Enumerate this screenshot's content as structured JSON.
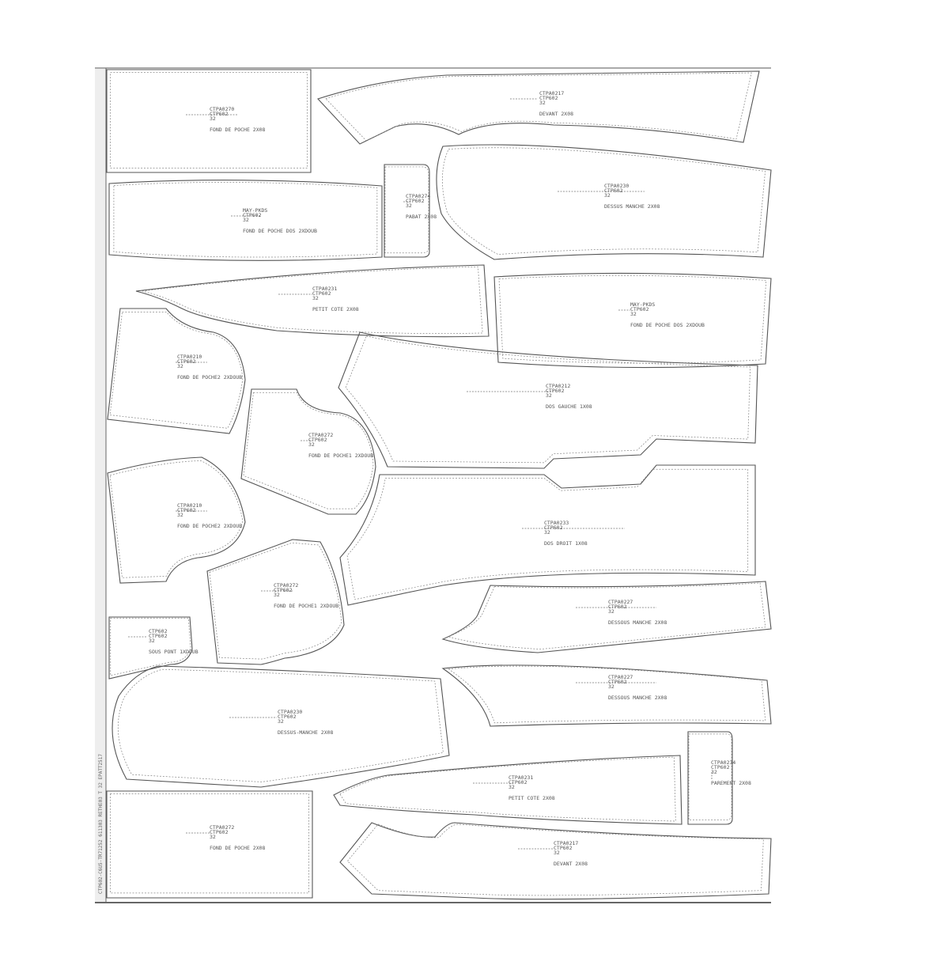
{
  "marker": {
    "side_label": "CTP602-C6U5-TR71252 611303 RETHE03 T 32 EPATT2517",
    "pieces": [
      {
        "id": "fond-de-poche-top",
        "lines": [
          "CTPA0270",
          "CTP602",
          "32",
          "FOND DE POCHE 2X08"
        ]
      },
      {
        "id": "devant-top",
        "lines": [
          "CTPA0217",
          "CTP602",
          "32",
          "DEVANT 2X08"
        ]
      },
      {
        "id": "fond-de-poche-dos-left",
        "lines": [
          "MAY-PKDS",
          "CTP602",
          "32",
          "FOND DE POCHE DOS 2XDOUB"
        ]
      },
      {
        "id": "pabat",
        "lines": [
          "CTPA0274",
          "CTP602",
          "32",
          "PABAT 2X08"
        ]
      },
      {
        "id": "dessus-manche-top",
        "lines": [
          "CTPA0230",
          "CTP602",
          "32",
          "DESSUS MANCHE 2X08"
        ]
      },
      {
        "id": "petit-cote-top",
        "lines": [
          "CTPA0231",
          "CTP602",
          "32",
          "PETIT COTE 2X08"
        ]
      },
      {
        "id": "fond-de-poche-dos-right",
        "lines": [
          "MAY-PKDS",
          "CTP602",
          "32",
          "FOND DE POCHE DOS 2XDOUB"
        ]
      },
      {
        "id": "fond-de-poche2-upper",
        "lines": [
          "CTPA0210",
          "CTP602",
          "32",
          "FOND DE POCHE2 2XDOUB"
        ]
      },
      {
        "id": "dos-gauche",
        "lines": [
          "CTPA0212",
          "CTP602",
          "32",
          "DOS GAUCHE 1X08"
        ]
      },
      {
        "id": "fond-de-poche1-upper",
        "lines": [
          "CTPA0272",
          "CTP602",
          "32",
          "FOND DE POCHE1 2XDOUB"
        ]
      },
      {
        "id": "fond-de-poche2-lower",
        "lines": [
          "CTPA0210",
          "CTP602",
          "32",
          "FOND DE POCHE2 2XDOUB"
        ]
      },
      {
        "id": "dos-droit",
        "lines": [
          "CTPA0233",
          "CTP602",
          "32",
          "DOS DROIT 1X08"
        ]
      },
      {
        "id": "fond-de-poche1-lower",
        "lines": [
          "CTPA0272",
          "CTP602",
          "32",
          "FOND DE POCHE1 2XDOUB"
        ]
      },
      {
        "id": "sous-pont",
        "lines": [
          "CTP602",
          "CTP602",
          "32",
          "SOUS PONT 1XDOUB"
        ]
      },
      {
        "id": "dessous-manche-1",
        "lines": [
          "CTPA0227",
          "CTP602",
          "32",
          "DESSOUS MANCHE 2X08"
        ]
      },
      {
        "id": "dessous-manche-2",
        "lines": [
          "CTPA0227",
          "CTP602",
          "32",
          "DESSOUS MANCHE 2X08"
        ]
      },
      {
        "id": "dessus-manche-lower",
        "lines": [
          "CTPA0230",
          "CTP602",
          "32",
          "DESSUS-MANCHE 2X08"
        ]
      },
      {
        "id": "parement",
        "lines": [
          "CTPA0234",
          "CTP602",
          "32",
          "PAREMENT 2X08"
        ]
      },
      {
        "id": "petit-cote-lower",
        "lines": [
          "CTPA0231",
          "CTP602",
          "32",
          "PETIT COTE 2X08"
        ]
      },
      {
        "id": "fond-de-poche-bottom",
        "lines": [
          "CTPA0272",
          "CTP602",
          "32",
          "FOND DE POCHE 2X08"
        ]
      },
      {
        "id": "devant-lower",
        "lines": [
          "CTPA0217",
          "CTP602",
          "32",
          "DEVANT 2X08"
        ]
      }
    ]
  }
}
